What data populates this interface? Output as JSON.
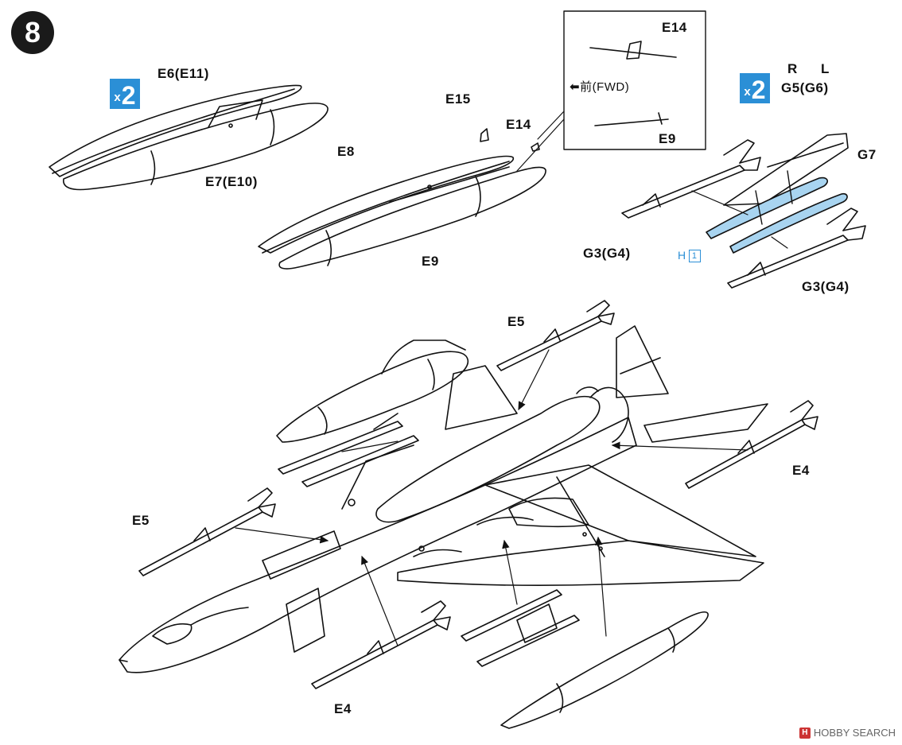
{
  "step": {
    "number": "8"
  },
  "badges": {
    "multiplier_left": "2",
    "multiplier_right": "2",
    "x_symbol": "x"
  },
  "inset": {
    "part_e14": "E14",
    "fwd_label": "前(FWD)",
    "part_e9": "E9"
  },
  "labels": {
    "e6_e11": "E6(E11)",
    "e7_e10": "E7(E10)",
    "e8": "E8",
    "e9": "E9",
    "e15": "E15",
    "e14": "E14",
    "r": "R",
    "l": "L",
    "g5_g6": "G5(G6)",
    "g7": "G7",
    "g3_g4_left": "G3(G4)",
    "g3_g4_right": "G3(G4)",
    "h_letter": "H",
    "h_number": "1",
    "e5_top": "E5",
    "e5_left": "E5",
    "e4_right": "E4",
    "e4_bottom": "E4"
  },
  "colors": {
    "highlight_part": "#a8d4f0",
    "badge_blue": "#2b8fd6",
    "line": "#111111"
  },
  "watermark": {
    "text": "HOBBY SEARCH",
    "badge": "H"
  }
}
